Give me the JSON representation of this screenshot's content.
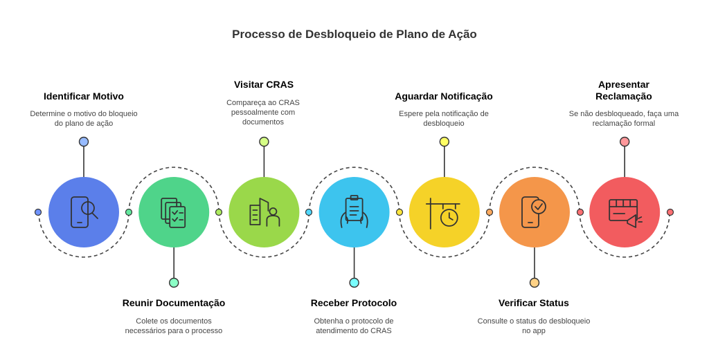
{
  "title": "Processo de Desbloqueio de Plano de Ação",
  "steps": [
    {
      "title": "Identificar Motivo",
      "description": "Determine o motivo do bloqueio do plano de ação",
      "color": "#5B7FEA",
      "label_side": "top",
      "icon": "phone-search-icon"
    },
    {
      "title": "Reunir Documentação",
      "description": "Colete os documentos necessários para o processo",
      "color": "#4FD48A",
      "label_side": "bottom",
      "icon": "documents-checklist-icon"
    },
    {
      "title": "Visitar CRAS",
      "description": "Compareça ao CRAS pessoalmente com documentos",
      "color": "#9AD84A",
      "label_side": "top",
      "icon": "building-person-icon"
    },
    {
      "title": "Receber Protocolo",
      "description": "Obtenha o protocolo de atendimento do CRAS",
      "color": "#3DC4EE",
      "label_side": "bottom",
      "icon": "clipboard-hands-icon"
    },
    {
      "title": "Aguardar Notificação",
      "description": "Espere pela notificação de desbloqueio",
      "color": "#F5D228",
      "label_side": "top",
      "icon": "signpost-clock-icon"
    },
    {
      "title": "Verificar Status",
      "description": "Consulte o status do desbloqueio no app",
      "color": "#F4964A",
      "label_side": "bottom",
      "icon": "phone-check-icon"
    },
    {
      "title": "Apresentar Reclamação",
      "description": "Se não desbloqueado, faça uma reclamação formal",
      "color": "#F25C5F",
      "label_side": "top",
      "icon": "megaphone-board-icon"
    }
  ]
}
